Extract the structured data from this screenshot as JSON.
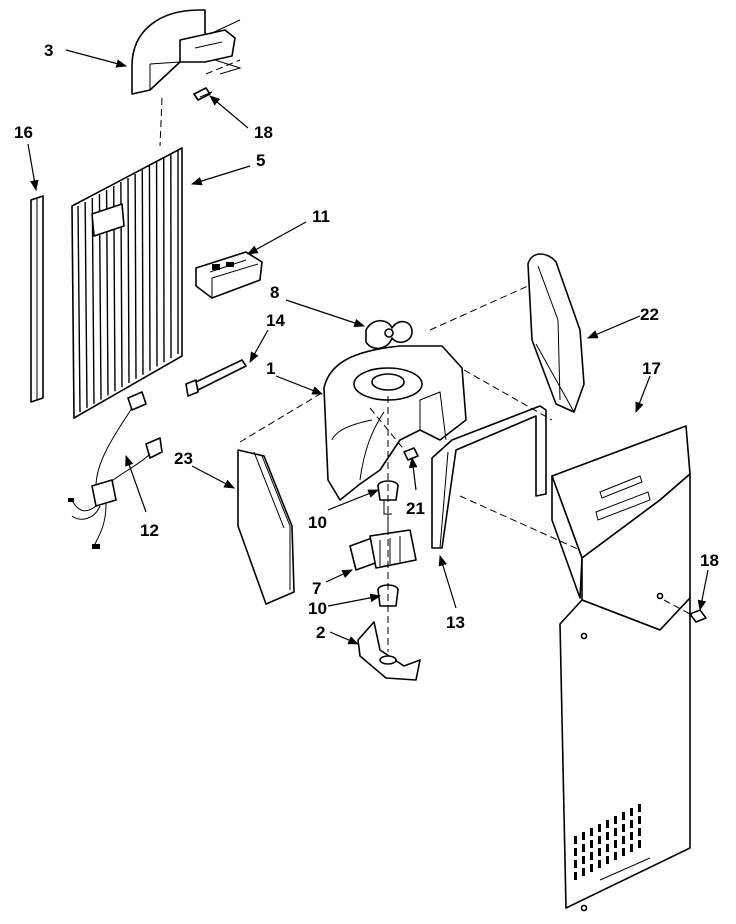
{
  "callouts": {
    "c1": "1",
    "c2": "2",
    "c3": "3",
    "c5": "5",
    "c7": "7",
    "c8": "8",
    "c10a": "10",
    "c10b": "10",
    "c11": "11",
    "c12": "12",
    "c13": "13",
    "c14": "14",
    "c16": "16",
    "c17": "17",
    "c18a": "18",
    "c18b": "18",
    "c21": "21",
    "c22": "22",
    "c23": "23"
  }
}
